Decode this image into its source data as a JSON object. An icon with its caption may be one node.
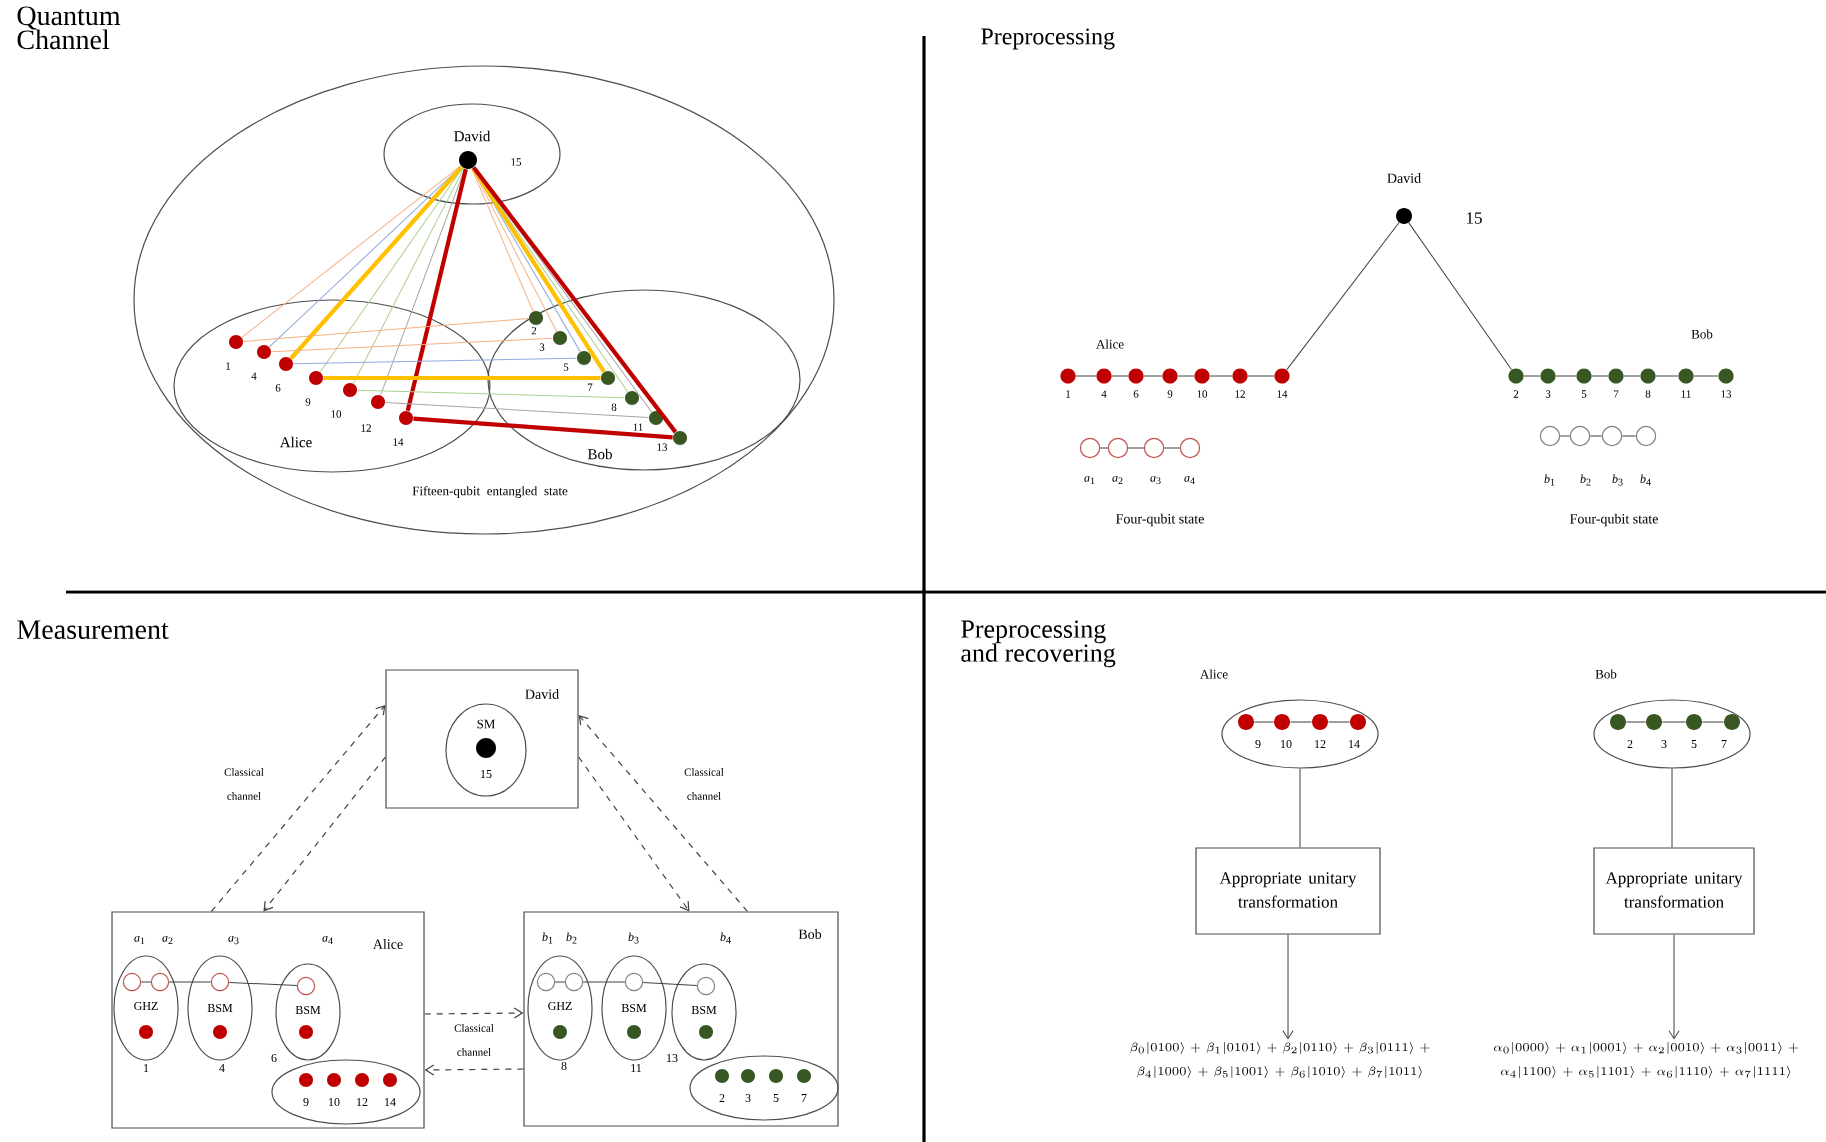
{
  "diagram": {
    "nodes": [
      {
        "text": [
          "Fifteen-qubit entangled state"
        ]
      },
      {
        "text": [
          "David"
        ],
        "in": 0
      },
      {
        "text": [
          "Alice"
        ],
        "in": 0
      },
      {
        "text": [
          "Bob"
        ],
        "in": 0
      },
      {
        "text": [],
        "shape": "circle",
        "beside": [
          "15"
        ],
        "in": 1
      },
      {
        "text": [],
        "shape": "circle",
        "beside": [
          "1"
        ],
        "in": 2
      },
      {
        "text": [],
        "shape": "circle",
        "beside": [
          "4"
        ],
        "in": 2
      },
      {
        "text": [],
        "shape": "circle",
        "beside": [
          "6"
        ],
        "in": 2
      },
      {
        "text": [],
        "shape": "circle",
        "beside": [
          "9"
        ],
        "in": 2
      },
      {
        "text": [],
        "shape": "circle",
        "beside": [
          "10"
        ],
        "in": 2
      },
      {
        "text": [],
        "shape": "circle",
        "beside": [
          "12"
        ],
        "in": 2
      },
      {
        "text": [],
        "shape": "circle",
        "beside": [
          "14"
        ],
        "in": 2
      },
      {
        "text": [],
        "shape": "circle",
        "beside": [
          "2"
        ],
        "in": 3
      },
      {
        "text": [],
        "shape": "circle",
        "beside": [
          "3"
        ],
        "in": 3
      },
      {
        "text": [],
        "shape": "circle",
        "beside": [
          "5"
        ],
        "in": 3
      },
      {
        "text": [],
        "shape": "circle",
        "beside": [
          "7"
        ],
        "in": 3
      },
      {
        "text": [],
        "shape": "circle",
        "beside": [
          "8"
        ],
        "in": 3
      },
      {
        "text": [],
        "shape": "circle",
        "beside": [
          "11"
        ],
        "in": 3
      },
      {
        "text": [],
        "shape": "circle",
        "beside": [
          "13"
        ],
        "in": 3
      },
      {
        "text": [
          "David"
        ],
        "beside": [
          "15"
        ]
      },
      {
        "text": [],
        "shape": "circle",
        "beside": [
          "1"
        ]
      },
      {
        "text": [],
        "shape": "circle",
        "beside": [
          "4"
        ]
      },
      {
        "text": [],
        "shape": "circle",
        "beside": [
          "6"
        ]
      },
      {
        "text": [],
        "shape": "circle",
        "beside": [
          "9"
        ]
      },
      {
        "text": [],
        "shape": "circle",
        "beside": [
          "10"
        ]
      },
      {
        "text": [],
        "shape": "circle",
        "beside": [
          "12"
        ]
      },
      {
        "text": [],
        "shape": "circle",
        "beside": [
          "14"
        ]
      },
      {
        "text": [],
        "shape": "circle",
        "beside": [
          "2"
        ]
      },
      {
        "text": [],
        "shape": "circle",
        "beside": [
          "3"
        ]
      },
      {
        "text": [],
        "shape": "circle",
        "beside": [
          "5"
        ]
      },
      {
        "text": [],
        "shape": "circle",
        "beside": [
          "7"
        ]
      },
      {
        "text": [],
        "shape": "circle",
        "beside": [
          "8"
        ]
      },
      {
        "text": [],
        "shape": "circle",
        "beside": [
          "11"
        ]
      },
      {
        "text": [],
        "shape": "circle",
        "beside": [
          "13"
        ]
      },
      {
        "text": [],
        "shape": "circle",
        "beside": [
          "*a*$_{1}$"
        ]
      },
      {
        "text": [],
        "shape": "circle",
        "beside": [
          "*a*$_{2}$"
        ]
      },
      {
        "text": [],
        "shape": "circle",
        "beside": [
          "*a*$_{3}$"
        ]
      },
      {
        "text": [],
        "shape": "circle",
        "beside": [
          "*a*$_{4}$"
        ]
      },
      {
        "text": [],
        "shape": "circle",
        "beside": [
          "*b*$_{1}$"
        ]
      },
      {
        "text": [],
        "shape": "circle",
        "beside": [
          "*b*$_{2}$"
        ]
      },
      {
        "text": [],
        "shape": "circle",
        "beside": [
          "*b*$_{3}$"
        ]
      },
      {
        "text": [],
        "shape": "circle",
        "beside": [
          "*b*$_{4}$"
        ]
      },
      {
        "text": [
          "David"
        ]
      },
      {
        "text": [
          "SM"
        ],
        "in": 42
      },
      {
        "text": [],
        "shape": "circle",
        "beside": [
          "15"
        ],
        "in": 43
      },
      {
        "text": [
          "Alice"
        ]
      },
      {
        "text": [
          "GHZ"
        ],
        "in": 45
      },
      {
        "text": [],
        "shape": "circle",
        "beside": [
          "*a*$_{1}$"
        ],
        "in": 46
      },
      {
        "text": [],
        "shape": "circle",
        "beside": [
          "*a*$_{2}$"
        ],
        "in": 46
      },
      {
        "text": [],
        "shape": "circle",
        "beside": [
          "1"
        ],
        "in": 46
      },
      {
        "text": [
          "BSM"
        ],
        "in": 45
      },
      {
        "text": [],
        "shape": "circle",
        "beside": [
          "*a*$_{3}$"
        ],
        "in": 50
      },
      {
        "text": [],
        "shape": "circle",
        "beside": [
          "4"
        ],
        "in": 50
      },
      {
        "text": [
          "BSM"
        ],
        "in": 45
      },
      {
        "text": [],
        "shape": "circle",
        "beside": [
          "*a*$_{4}$"
        ],
        "in": 53
      },
      {
        "text": [],
        "shape": "circle",
        "beside": [
          "6"
        ],
        "in": 53
      },
      {
        "text": [],
        "shape": "ellipse",
        "in": 45
      },
      {
        "text": [],
        "shape": "circle",
        "beside": [
          "9"
        ],
        "in": 56
      },
      {
        "text": [],
        "shape": "circle",
        "beside": [
          "10"
        ],
        "in": 56
      },
      {
        "text": [],
        "shape": "circle",
        "beside": [
          "12"
        ],
        "in": 56
      },
      {
        "text": [],
        "shape": "circle",
        "beside": [
          "14"
        ],
        "in": 56
      },
      {
        "text": [
          "Bob"
        ]
      },
      {
        "text": [
          "GHZ"
        ],
        "in": 61
      },
      {
        "text": [],
        "shape": "circle",
        "beside": [
          "*b*$_{1}$"
        ],
        "in": 62
      },
      {
        "text": [],
        "shape": "circle",
        "beside": [
          "*b*$_{2}$"
        ],
        "in": 62
      },
      {
        "text": [],
        "shape": "circle",
        "beside": [
          "8"
        ],
        "in": 62
      },
      {
        "text": [
          "BSM"
        ],
        "in": 61
      },
      {
        "text": [],
        "shape": "circle",
        "beside": [
          "*b*$_{3}$"
        ],
        "in": 66
      },
      {
        "text": [],
        "shape": "circle",
        "beside": [
          "11"
        ],
        "in": 66
      },
      {
        "text": [
          "BSM"
        ],
        "in": 61
      },
      {
        "text": [],
        "shape": "circle",
        "beside": [
          "*b*$_{4}$"
        ],
        "in": 69
      },
      {
        "text": [],
        "shape": "circle",
        "beside": [
          "13"
        ],
        "in": 69
      },
      {
        "text": [],
        "shape": "ellipse",
        "in": 61
      },
      {
        "text": [],
        "shape": "circle",
        "beside": [
          "2"
        ],
        "in": 72
      },
      {
        "text": [],
        "shape": "circle",
        "beside": [
          "3"
        ],
        "in": 72
      },
      {
        "text": [],
        "shape": "circle",
        "beside": [
          "5"
        ],
        "in": 72
      },
      {
        "text": [],
        "shape": "circle",
        "beside": [
          "7"
        ],
        "in": 72
      },
      {
        "text": [],
        "shape": "ellipse"
      },
      {
        "text": [],
        "shape": "circle",
        "beside": [
          "9"
        ],
        "in": 77
      },
      {
        "text": [],
        "shape": "circle",
        "beside": [
          "10"
        ],
        "in": 77
      },
      {
        "text": [],
        "shape": "circle",
        "beside": [
          "12"
        ],
        "in": 77
      },
      {
        "text": [],
        "shape": "circle",
        "beside": [
          "14"
        ],
        "in": 77
      },
      {
        "text": [
          "Appropriate unitary transformation"
        ]
      },
      {
        "text": [
          "\\beta_0|0100\\rangle+\\beta_1|0101\\rangle+\\beta_2|0110\\rangle+\\beta_3|0111\\rangle +\\beta_4|1000\\rangle+\\beta_5|1001\\rangle+\\beta_6|1010\\rangle+\\beta_7|1011\\rangle"
        ]
      },
      {
        "text": [],
        "shape": "ellipse"
      },
      {
        "text": [],
        "shape": "circle",
        "beside": [
          "2"
        ],
        "in": 84
      },
      {
        "text": [],
        "shape": "circle",
        "beside": [
          "3"
        ],
        "in": 84
      },
      {
        "text": [],
        "shape": "circle",
        "beside": [
          "5"
        ],
        "in": 84
      },
      {
        "text": [],
        "shape": "circle",
        "beside": [
          "7"
        ],
        "in": 84
      },
      {
        "text": [
          "Appropriate unitary transformation"
        ]
      },
      {
        "text": [
          "\\alpha_0|0000\\rangle+\\alpha_1|0001\\rangle+\\alpha_2|0010\\rangle+\\alpha_3|0011\\rangle +\\alpha_4|1100\\rangle+\\alpha_5|1101\\rangle+\\alpha_6|1110\\rangle+\\alpha_7|1111\\rangle"
        ]
      }
    ],
    "edges": [
      {
        "from": 4,
        "to": 5,
        "arrow": "none",
        "color": "#f4b183"
      },
      {
        "from": 4,
        "to": 6,
        "arrow": "none",
        "color": "#8faadc"
      },
      {
        "from": 4,
        "to": 7,
        "arrow": "none",
        "color": "#ffc000",
        "style": "thick"
      },
      {
        "from": 4,
        "to": 8,
        "arrow": "none",
        "color": "#a9d18e"
      },
      {
        "from": 4,
        "to": 9,
        "arrow": "none",
        "color": "#a9d18e"
      },
      {
        "from": 4,
        "to": 10,
        "arrow": "none",
        "color": "#a5a5a5"
      },
      {
        "from": 4,
        "to": 11,
        "arrow": "none",
        "color": "#c00000",
        "style": "thick"
      },
      {
        "from": 4,
        "to": 12,
        "arrow": "none",
        "color": "#f4b183"
      },
      {
        "from": 4,
        "to": 13,
        "arrow": "none",
        "color": "#f4b183"
      },
      {
        "from": 4,
        "to": 14,
        "arrow": "none",
        "color": "#8faadc"
      },
      {
        "from": 4,
        "to": 15,
        "arrow": "none",
        "color": "#ffc000",
        "style": "thick"
      },
      {
        "from": 4,
        "to": 16,
        "arrow": "none",
        "color": "#a9d18e"
      },
      {
        "from": 4,
        "to": 17,
        "arrow": "none",
        "color": "#a5a5a5"
      },
      {
        "from": 4,
        "to": 18,
        "arrow": "none",
        "color": "#c00000",
        "style": "thick"
      },
      {
        "from": 5,
        "to": 12,
        "arrow": "none",
        "color": "#f4b183"
      },
      {
        "from": 6,
        "to": 13,
        "arrow": "none",
        "color": "#f4b183"
      },
      {
        "from": 7,
        "to": 14,
        "arrow": "none",
        "color": "#8faadc"
      },
      {
        "from": 8,
        "to": 15,
        "arrow": "none",
        "color": "#ffc000",
        "style": "thick"
      },
      {
        "from": 9,
        "to": 16,
        "arrow": "none",
        "color": "#a9d18e"
      },
      {
        "from": 10,
        "to": 17,
        "arrow": "none",
        "color": "#a5a5a5"
      },
      {
        "from": 11,
        "to": 18,
        "arrow": "none",
        "color": "#c00000",
        "style": "thick"
      },
      {
        "from": 20,
        "to": 21,
        "arrow": "none"
      },
      {
        "from": 21,
        "to": 22,
        "arrow": "none"
      },
      {
        "from": 22,
        "to": 23,
        "arrow": "none"
      },
      {
        "from": 23,
        "to": 24,
        "arrow": "none"
      },
      {
        "from": 24,
        "to": 25,
        "arrow": "none"
      },
      {
        "from": 25,
        "to": 26,
        "arrow": "none"
      },
      {
        "from": 26,
        "to": 19,
        "arrow": "none"
      },
      {
        "from": 19,
        "to": 27,
        "arrow": "none"
      },
      {
        "from": 27,
        "to": 28,
        "arrow": "none"
      },
      {
        "from": 28,
        "to": 29,
        "arrow": "none"
      },
      {
        "from": 29,
        "to": 30,
        "arrow": "none"
      },
      {
        "from": 30,
        "to": 31,
        "arrow": "none"
      },
      {
        "from": 31,
        "to": 32,
        "arrow": "none"
      },
      {
        "from": 32,
        "to": 33,
        "arrow": "none"
      },
      {
        "from": 34,
        "to": 35,
        "arrow": "none"
      },
      {
        "from": 35,
        "to": 36,
        "arrow": "none"
      },
      {
        "from": 36,
        "to": 37,
        "arrow": "none"
      },
      {
        "from": 38,
        "to": 39,
        "arrow": "none"
      },
      {
        "from": 39,
        "to": 40,
        "arrow": "none"
      },
      {
        "from": 40,
        "to": 41,
        "arrow": "none"
      },
      {
        "from": 47,
        "to": 48,
        "arrow": "none"
      },
      {
        "from": 48,
        "to": 51,
        "arrow": "none"
      },
      {
        "from": 51,
        "to": 54,
        "arrow": "none"
      },
      {
        "from": 63,
        "to": 64,
        "arrow": "none"
      },
      {
        "from": 64,
        "to": 67,
        "arrow": "none"
      },
      {
        "from": 67,
        "to": 70,
        "arrow": "none"
      },
      {
        "from": 45,
        "to": 42,
        "arrow": "to",
        "style": "dashed",
        "label": "Classical channel"
      },
      {
        "from": 42,
        "to": 45,
        "arrow": "to",
        "style": "dashed"
      },
      {
        "from": 61,
        "to": 42,
        "arrow": "to",
        "style": "dashed",
        "label": "Classical channel"
      },
      {
        "from": 42,
        "to": 61,
        "arrow": "to",
        "style": "dashed"
      },
      {
        "from": 45,
        "to": 61,
        "arrow": "to",
        "style": "dashed",
        "label": "Classical channel"
      },
      {
        "from": 61,
        "to": 45,
        "arrow": "to",
        "style": "dashed"
      },
      {
        "from": 78,
        "to": 79,
        "arrow": "none"
      },
      {
        "from": 79,
        "to": 80,
        "arrow": "none"
      },
      {
        "from": 80,
        "to": 81,
        "arrow": "none"
      },
      {
        "from": 85,
        "to": 86,
        "arrow": "none"
      },
      {
        "from": 86,
        "to": 87,
        "arrow": "none"
      },
      {
        "from": 87,
        "to": 88,
        "arrow": "none"
      },
      {
        "from": 77,
        "to": 82,
        "arrow": "none"
      },
      {
        "from": 82,
        "to": 83,
        "arrow": "to"
      },
      {
        "from": 84,
        "to": 89,
        "arrow": "none"
      },
      {
        "from": 89,
        "to": 90,
        "arrow": "to"
      }
    ],
    "labels": [
      "Quantum Channel",
      "Preprocessing",
      "Alice",
      "Bob",
      "Four-qubit state",
      "Four-qubit state",
      "Measurement",
      "Preprocessing and recovering",
      "Alice",
      "Bob"
    ]
  }
}
